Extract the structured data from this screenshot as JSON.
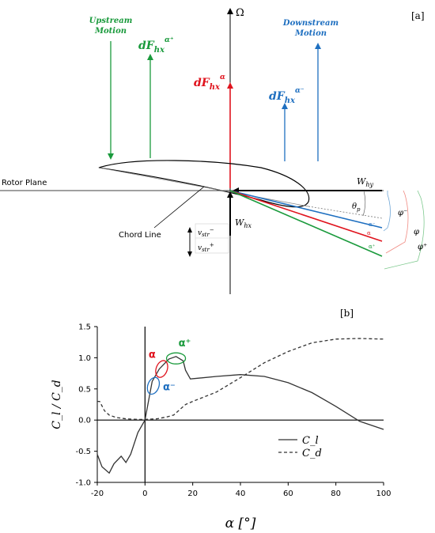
{
  "panel_a": {
    "label": "[a]",
    "omega": "Ω",
    "upstream_line1": "Upstream",
    "upstream_line2": "Motion",
    "downstream_line1": "Downstream",
    "downstream_line2": "Motion",
    "rotor_plane": "Rotor Plane",
    "chord_line": "Chord Line",
    "force_base": "dF",
    "force_sub": "hx",
    "sup_plus": "α⁺",
    "sup_mid": "α",
    "sup_minus": "α⁻",
    "w_hy_main": "W",
    "w_hy_sub": "hy",
    "w_hx_main": "W",
    "w_hx_sub": "hx",
    "theta_main": "θ",
    "theta_sub": "p",
    "v_main": "v",
    "v_sub": "str",
    "v_minus_sup": "−",
    "v_plus_sup": "+",
    "small_alpha": "α",
    "small_alpha_minus": "α⁻",
    "small_alpha_plus": "α⁺",
    "phi_minus": "φ⁻",
    "phi": "φ",
    "phi_plus": "φ⁺",
    "colors": {
      "green": "#1a9a3c",
      "red": "#e0141e",
      "blue": "#1e6fc0",
      "black": "#000000",
      "gray": "#888888",
      "arc_blue": "#6fa6d6",
      "arc_red": "#f08a82",
      "arc_green": "#7fc98f"
    }
  },
  "panel_b": {
    "label": "[b]",
    "annot_alpha": "α",
    "annot_alpha_minus": "α⁻",
    "annot_alpha_plus": "α⁺"
  },
  "chart_data": {
    "type": "line",
    "xlabel": "α [°]",
    "ylabel": "C_l / C_d",
    "xlim": [
      -20,
      100
    ],
    "ylim": [
      -1.0,
      1.5
    ],
    "xticks": [
      "-20",
      "0",
      "20",
      "40",
      "60",
      "80",
      "100"
    ],
    "yticks": [
      "-1.0",
      "-0.5",
      "0.0",
      "0.5",
      "1.0",
      "1.5"
    ],
    "legend_position": "bottom-right",
    "series": [
      {
        "name": "C_l",
        "style": "solid",
        "x": [
          -20,
          -18,
          -15,
          -13,
          -10,
          -8,
          -6,
          -3,
          0,
          3,
          6,
          10,
          13,
          16,
          17,
          19,
          30,
          40,
          50,
          60,
          70,
          80,
          90,
          100
        ],
        "y": [
          -0.55,
          -0.75,
          -0.85,
          -0.7,
          -0.58,
          -0.68,
          -0.55,
          -0.2,
          0.0,
          0.62,
          0.82,
          0.98,
          1.02,
          0.95,
          0.8,
          0.66,
          0.7,
          0.73,
          0.7,
          0.6,
          0.44,
          0.22,
          -0.02,
          -0.15
        ]
      },
      {
        "name": "C_d",
        "style": "dashed",
        "x": [
          -20,
          -19,
          -17,
          -15,
          -12,
          -8,
          -3,
          0,
          5,
          9,
          12,
          17,
          20,
          30,
          40,
          50,
          60,
          70,
          80,
          90,
          100
        ],
        "y": [
          0.3,
          0.3,
          0.15,
          0.08,
          0.04,
          0.02,
          0.01,
          0.01,
          0.02,
          0.05,
          0.08,
          0.25,
          0.3,
          0.45,
          0.68,
          0.92,
          1.1,
          1.24,
          1.3,
          1.31,
          1.3
        ]
      }
    ],
    "legend": [
      "C_l",
      "C_d"
    ]
  }
}
